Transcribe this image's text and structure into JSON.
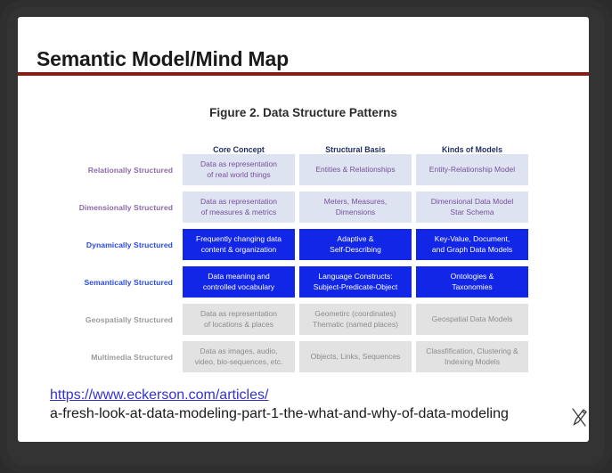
{
  "slide": {
    "title": "Semantic Model/Mind Map",
    "accent_rule_color": "#8f1a14"
  },
  "figure": {
    "caption": "Figure 2. Data Structure Patterns",
    "column_headers": [
      "Core Concept",
      "Structural Basis",
      "Kinds of Models"
    ],
    "header_color": "#1f2f63",
    "rows": [
      {
        "label": "Relationally Structured",
        "theme": "purple",
        "fill": "#dde3f1",
        "text_color": "#7a4f9e",
        "cells": [
          "Data as representation\nof real world things",
          "Entities & Relationships",
          "Entity-Relationship Model"
        ]
      },
      {
        "label": "Dimensionally Structured",
        "theme": "purple",
        "fill": "#dde3f1",
        "text_color": "#7a4f9e",
        "cells": [
          "Data as representation\nof measures & metrics",
          "Meters, Measures,\nDimensions",
          "Dimensional Data Model\nStar Schema"
        ]
      },
      {
        "label": "Dynamically Structured",
        "theme": "blue",
        "fill": "#1226e8",
        "text_color": "#ffffff",
        "cells": [
          "Frequently changing data\ncontent & organization",
          "Adaptive &\nSelf-Describing",
          "Key-Value, Document,\nand Graph Data Models"
        ]
      },
      {
        "label": "Semantically Structured",
        "theme": "blue",
        "fill": "#1226e8",
        "text_color": "#ffffff",
        "cells": [
          "Data meaning and\ncontrolled vocabulary",
          "Language Constructs:\nSubject-Predicate-Object",
          "Ontologies &\nTaxonomies"
        ]
      },
      {
        "label": "Geospatially Structured",
        "theme": "gray",
        "fill": "#e2e2e2",
        "text_color": "#8c8c8c",
        "cells": [
          "Data as representation\nof locations & places",
          "Geometirc (coordinates)\nThematic (named places)",
          "Geospatial Data Models"
        ]
      },
      {
        "label": "Multimedia Structured",
        "theme": "gray",
        "fill": "#e2e2e2",
        "text_color": "#8c8c8c",
        "cells": [
          "Data as images, audio,\nvideo, bio-sequences, etc.",
          "Objects, Links, Sequences",
          "Classfification, Clustering &\nIndexing Models"
        ]
      }
    ]
  },
  "source": {
    "url_line1": "https://www.eckerson.com/articles/",
    "url_line2": "a-fresh-look-at-data-modeling-part-1-the-what-and-why-of-data-modeling",
    "link_color": "#3333cc",
    "cursor_icon": "pen-cursor-icon"
  }
}
